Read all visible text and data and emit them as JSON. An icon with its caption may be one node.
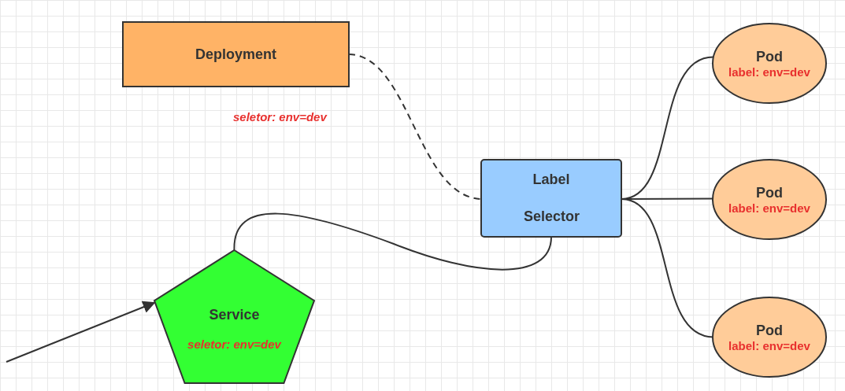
{
  "diagram": {
    "nodes": [
      {
        "text": [
          "Deployment"
        ],
        "beside": [
          "seletor:  env=dev"
        ]
      },
      {
        "text": [
          "Label Selector"
        ]
      },
      {
        "text": [
          "Service",
          "seletor:  env=dev"
        ]
      },
      {
        "text": [
          "Pod",
          "label: env=dev"
        ]
      },
      {
        "text": [
          "Pod",
          "label: env=dev"
        ]
      },
      {
        "text": [
          "Pod",
          "label: env=dev"
        ]
      }
    ],
    "edges": [
      {
        "from": 0,
        "to": 1,
        "arrow": "none",
        "style": "dashed"
      },
      {
        "from": 2,
        "to": 1,
        "arrow": "none"
      },
      {
        "from": 1,
        "to": 3,
        "arrow": "none"
      },
      {
        "from": 1,
        "to": 4,
        "arrow": "none"
      },
      {
        "from": 1,
        "to": 5,
        "arrow": "none"
      },
      {
        "from": null,
        "to": 2,
        "arrow": "to"
      }
    ]
  }
}
